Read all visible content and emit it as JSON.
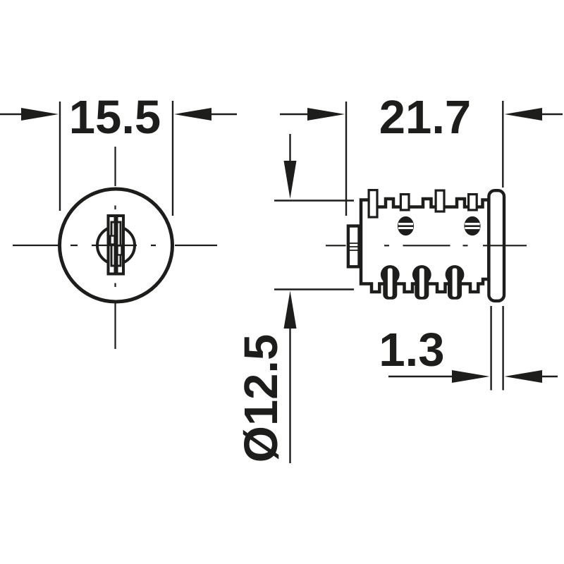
{
  "drawing": {
    "background": "#ffffff",
    "line_color": "#1d1d1b",
    "views": {
      "front": "front-view-of-cylinder-face",
      "side": "side-view-of-cylinder-core"
    },
    "dimensions": {
      "front_width": "15.5",
      "overall_length": "21.7",
      "diameter": "Ø12.5",
      "flange_thickness": "1.3"
    }
  }
}
